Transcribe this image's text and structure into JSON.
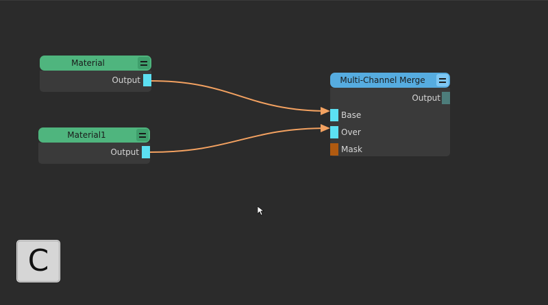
{
  "nodes": {
    "material": {
      "title": "Material",
      "output_label": "Output"
    },
    "material1": {
      "title": "Material1",
      "output_label": "Output"
    },
    "merge": {
      "title": "Multi-Channel Merge",
      "output_label": "Output",
      "inputs": [
        {
          "label": "Base",
          "color": "#5ce0f2"
        },
        {
          "label": "Over",
          "color": "#5ce0f2"
        },
        {
          "label": "Mask",
          "color": "#b05a10"
        }
      ]
    }
  },
  "connections": [
    {
      "from": "material.output",
      "to": "merge.base"
    },
    {
      "from": "material1.output",
      "to": "merge.over"
    }
  ],
  "colors": {
    "canvas": "#2b2b2b",
    "node_body": "#3a3a3a",
    "header_green": "#4fb57e",
    "header_blue": "#56ace0",
    "port_cyan": "#5ce0f2",
    "port_orange": "#b05a10",
    "wire": "#f4a261"
  },
  "key_overlay": {
    "label": "C"
  }
}
